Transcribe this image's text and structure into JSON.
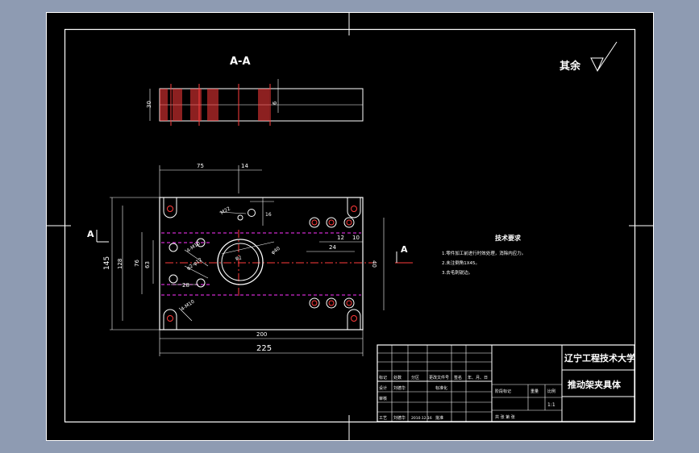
{
  "section_label": "A-A",
  "roughness_note": "其余",
  "section_dims": {
    "height": "30",
    "slot": "6"
  },
  "plan_dims": {
    "d75": "75",
    "d14": "14",
    "d12": "12",
    "d10": "10",
    "d24": "24",
    "d28": "28",
    "d200": "200",
    "d225": "225",
    "d145": "145",
    "d128": "128",
    "d76": "76",
    "d63": "63",
    "d40": "40",
    "d16": "16"
  },
  "plan_annotations": {
    "a1": "M22",
    "a2": "4-M10",
    "a3": "φ40",
    "a4": "φ2-φ12",
    "a5": "4-M10",
    "a6": "φ1"
  },
  "section_arrow_left": "A",
  "section_arrow_right": "A",
  "tech_req": {
    "title": "技术要求",
    "lines": [
      "1.零件加工前进行时效处理，消除内应力。",
      "2.未注倒角1X45。",
      "3.去毛刺锐边。"
    ]
  },
  "title_block": {
    "school": "辽宁工程技术大学",
    "part_name": "推动架夹具体",
    "scale": "1:1",
    "cells": {
      "c_mark": "标记",
      "c_count": "处数",
      "c_zone": "分区",
      "c_doc": "更改文件号",
      "c_sign": "签名",
      "c_date": "年、月、日",
      "c_design": "设计",
      "c_designer": "刘德华",
      "c_std": "标准化",
      "c_stage": "阶段标记",
      "c_weight": "重量",
      "c_scale": "比例",
      "c_review": "审核",
      "c_craft": "工艺",
      "c_crafter": "刘德华",
      "c_date2": "2010.12.16",
      "c_approve": "批准",
      "c_sheets": "共 张 第 张"
    }
  }
}
